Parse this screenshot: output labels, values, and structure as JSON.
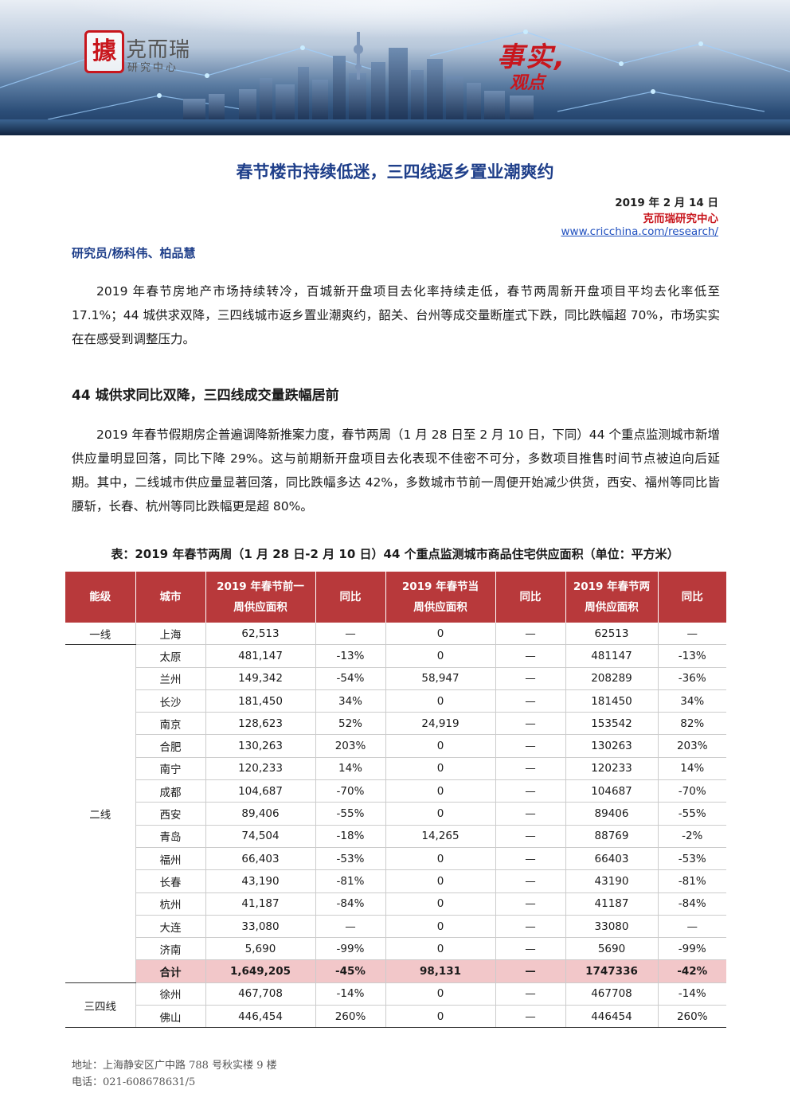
{
  "header": {
    "logo_mark": "據",
    "logo_name": "克而瑞",
    "logo_sub": "研究中心",
    "slogan_1": "事实,",
    "slogan_2": "观点",
    "accent_color": "#c8161d"
  },
  "document": {
    "title": "春节楼市持续低迷，三四线返乡置业潮爽约",
    "date": "2019 年 2 月 14 日",
    "org": "克而瑞研究中心",
    "url": "www.cricchina.com/research/",
    "authors": "研究员/杨科伟、柏品慧",
    "paragraph_1": "2019 年春节房地产市场持续转冷，百城新开盘项目去化率持续走低，春节两周新开盘项目平均去化率低至 17.1%；44 城供求双降，三四线城市返乡置业潮爽约，韶关、台州等成交量断崖式下跌，同比跌幅超 70%，市场实实在在感受到调整压力。",
    "section_heading": "44 城供求同比双降，三四线成交量跌幅居前",
    "paragraph_2": "2019 年春节假期房企普遍调降新推案力度，春节两周（1 月 28 日至 2 月 10 日，下同）44 个重点监测城市新增供应量明显回落，同比下降 29%。这与前期新开盘项目去化表现不佳密不可分，多数项目推售时间节点被迫向后延期。其中，二线城市供应量显著回落，同比跌幅多达 42%，多数城市节前一周便开始减少供货，西安、福州等同比皆腰斩，长春、杭州等同比跌幅更是超 80%。",
    "table_caption": "表：2019 年春节两周（1 月 28 日-2 月 10 日）44 个重点监测城市商品住宅供应面积（单位：平方米）"
  },
  "table": {
    "header_color": "#b8393b",
    "total_color": "#f2c7c9",
    "headers": {
      "tier": "能级",
      "city": "城市",
      "pre_week_1": "2019 年春节前一",
      "pre_week_2": "周供应面积",
      "yoy_1": "同比",
      "holiday_week_1": "2019 年春节当",
      "holiday_week_2": "周供应面积",
      "yoy_2": "同比",
      "two_weeks_1": "2019 年春节两",
      "two_weeks_2": "周供应面积",
      "yoy_3": "同比"
    },
    "tiers": {
      "tier1": "一线",
      "tier2": "二线",
      "tier3": "三四线"
    },
    "tier1_rows": [
      {
        "city": "上海",
        "pre": "62,513",
        "pre_yoy": "—",
        "cur": "0",
        "cur_yoy": "—",
        "total": "62513",
        "total_yoy": "—"
      }
    ],
    "tier2_rows": [
      {
        "city": "太原",
        "pre": "481,147",
        "pre_yoy": "-13%",
        "cur": "0",
        "cur_yoy": "—",
        "total": "481147",
        "total_yoy": "-13%"
      },
      {
        "city": "兰州",
        "pre": "149,342",
        "pre_yoy": "-54%",
        "cur": "58,947",
        "cur_yoy": "—",
        "total": "208289",
        "total_yoy": "-36%"
      },
      {
        "city": "长沙",
        "pre": "181,450",
        "pre_yoy": "34%",
        "cur": "0",
        "cur_yoy": "—",
        "total": "181450",
        "total_yoy": "34%"
      },
      {
        "city": "南京",
        "pre": "128,623",
        "pre_yoy": "52%",
        "cur": "24,919",
        "cur_yoy": "—",
        "total": "153542",
        "total_yoy": "82%"
      },
      {
        "city": "合肥",
        "pre": "130,263",
        "pre_yoy": "203%",
        "cur": "0",
        "cur_yoy": "—",
        "total": "130263",
        "total_yoy": "203%"
      },
      {
        "city": "南宁",
        "pre": "120,233",
        "pre_yoy": "14%",
        "cur": "0",
        "cur_yoy": "—",
        "total": "120233",
        "total_yoy": "14%"
      },
      {
        "city": "成都",
        "pre": "104,687",
        "pre_yoy": "-70%",
        "cur": "0",
        "cur_yoy": "—",
        "total": "104687",
        "total_yoy": "-70%"
      },
      {
        "city": "西安",
        "pre": "89,406",
        "pre_yoy": "-55%",
        "cur": "0",
        "cur_yoy": "—",
        "total": "89406",
        "total_yoy": "-55%"
      },
      {
        "city": "青岛",
        "pre": "74,504",
        "pre_yoy": "-18%",
        "cur": "14,265",
        "cur_yoy": "—",
        "total": "88769",
        "total_yoy": "-2%"
      },
      {
        "city": "福州",
        "pre": "66,403",
        "pre_yoy": "-53%",
        "cur": "0",
        "cur_yoy": "—",
        "total": "66403",
        "total_yoy": "-53%"
      },
      {
        "city": "长春",
        "pre": "43,190",
        "pre_yoy": "-81%",
        "cur": "0",
        "cur_yoy": "—",
        "total": "43190",
        "total_yoy": "-81%"
      },
      {
        "city": "杭州",
        "pre": "41,187",
        "pre_yoy": "-84%",
        "cur": "0",
        "cur_yoy": "—",
        "total": "41187",
        "total_yoy": "-84%"
      },
      {
        "city": "大连",
        "pre": "33,080",
        "pre_yoy": "—",
        "cur": "0",
        "cur_yoy": "—",
        "total": "33080",
        "total_yoy": "—"
      },
      {
        "city": "济南",
        "pre": "5,690",
        "pre_yoy": "-99%",
        "cur": "0",
        "cur_yoy": "—",
        "total": "5690",
        "total_yoy": "-99%"
      }
    ],
    "tier2_total": {
      "city": "合计",
      "pre": "1,649,205",
      "pre_yoy": "-45%",
      "cur": "98,131",
      "cur_yoy": "—",
      "total": "1747336",
      "total_yoy": "-42%"
    },
    "tier3_rows": [
      {
        "city": "徐州",
        "pre": "467,708",
        "pre_yoy": "-14%",
        "cur": "0",
        "cur_yoy": "—",
        "total": "467708",
        "total_yoy": "-14%"
      },
      {
        "city": "佛山",
        "pre": "446,454",
        "pre_yoy": "260%",
        "cur": "0",
        "cur_yoy": "—",
        "total": "446454",
        "total_yoy": "260%"
      }
    ]
  },
  "footer": {
    "address": "地址：上海静安区广中路 788 号秋实楼 9 楼",
    "phone": "电话：021-60867863",
    "page": "1/5"
  }
}
